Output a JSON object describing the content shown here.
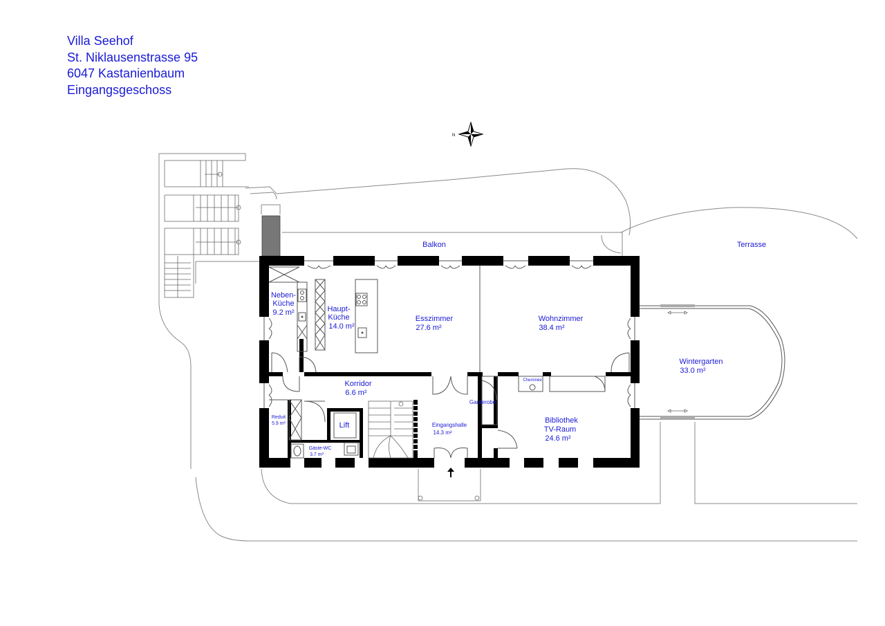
{
  "header": {
    "name": "Villa Seehof",
    "street": "St. Niklausenstrasse 95",
    "city": "6047 Kastanienbaum",
    "floor": "Eingangsgeschoss"
  },
  "compass": {
    "north_letter": "N"
  },
  "rooms": {
    "balkon": "Balkon",
    "terrasse": "Terrasse",
    "neben_1": "Neben-",
    "neben_2": "Küche",
    "neben_area": "9.2 m²",
    "haupt_1": "Haupt-",
    "haupt_2": "Küche",
    "haupt_area": "14.0 m²",
    "esszimmer": "Esszimmer",
    "esszimmer_area": "27.6 m²",
    "wohnzimmer": "Wohnzimmer",
    "wohnzimmer_area": "38.4 m²",
    "wintergarten": "Wintergarten",
    "wintergarten_area": "33.0 m²",
    "korridor": "Korridor",
    "korridor_area": "6.6 m²",
    "reduit": "Reduit",
    "reduit_area": "5.9 m²",
    "lift": "Lift",
    "gaeste_wc": "Gäste-WC",
    "gaeste_wc_area": "3.7 m²",
    "eingangshalle": "Eingangshalle",
    "eingangshalle_area": "14.3 m²",
    "garderobe": "Garderobe",
    "cheminee": "Cheminée",
    "bibliothek_1": "Bibliothek",
    "bibliothek_2": "TV-Raum",
    "bibliothek_area": "24.6 m²"
  },
  "colors": {
    "label": "#1a1ad6",
    "wall": "#000000",
    "line": "#888888"
  },
  "icons": [
    "compass-rose-icon",
    "entrance-arrow-icon",
    "stove-icon",
    "sink-icon",
    "toilet-icon"
  ]
}
